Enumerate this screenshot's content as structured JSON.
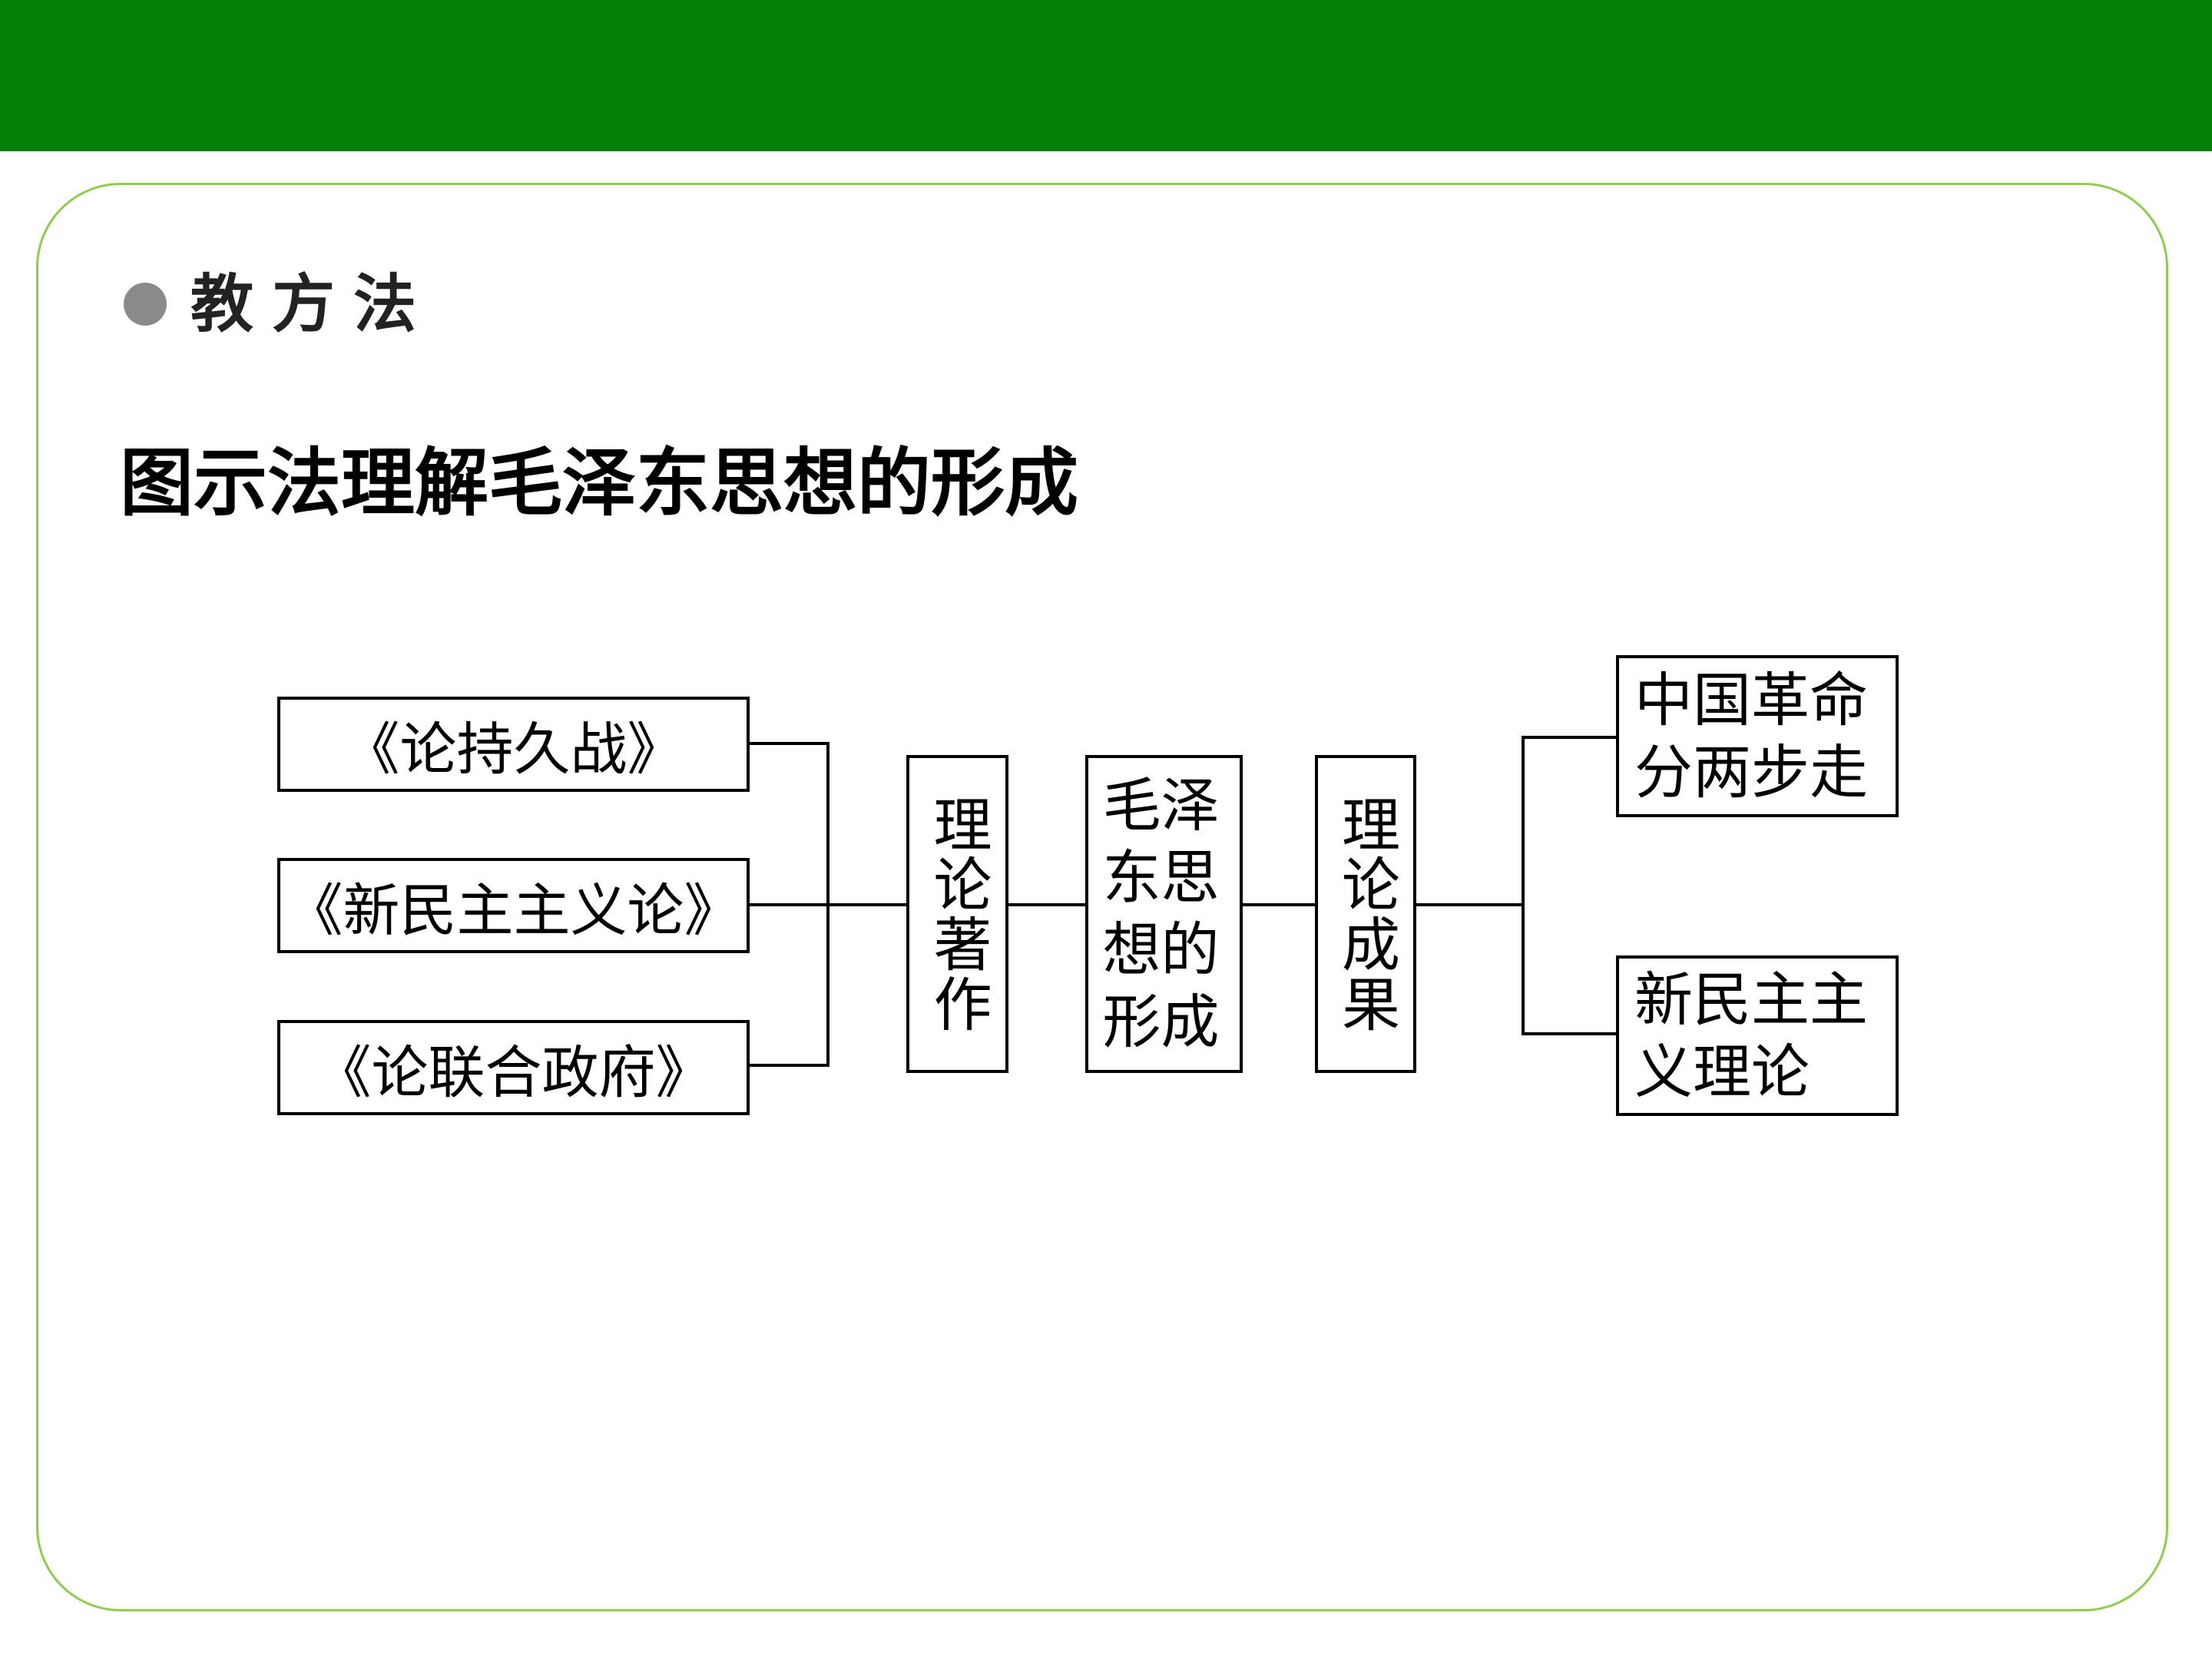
{
  "slide": {
    "section_heading": "教方法",
    "title": "图示法理解毛泽东思想的形成"
  },
  "diagram": {
    "sources": [
      "《论持久战》",
      "《新民主主义论》",
      "《论联合政府》"
    ],
    "works_label": "理论著作",
    "center_label": "毛泽东思想的形成",
    "results_label": "理论成果",
    "outcomes": [
      "中国革命分两步走",
      "新民主主义理论"
    ]
  },
  "colors": {
    "top_bar": "#057f05",
    "panel_border": "#8fce4a",
    "bullet": "#8a8a8a"
  }
}
